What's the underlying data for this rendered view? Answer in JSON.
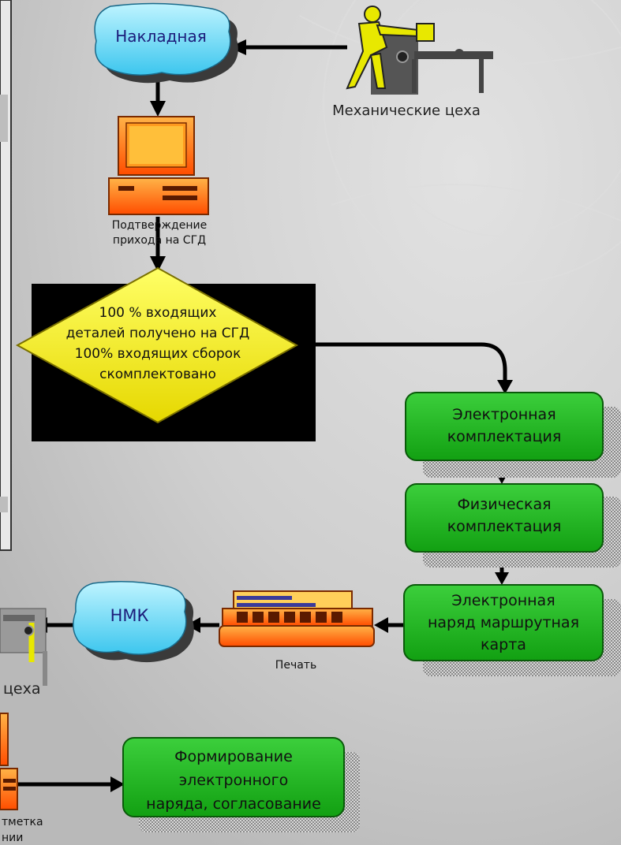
{
  "nodes": {
    "invoice": "Накладная",
    "mech_shops_top": "Механические цеха",
    "confirm_line1": "Подтверждение",
    "confirm_line2": "прихода на СГД",
    "decision_line1": "100 % входящих",
    "decision_line2": "деталей получено на СГД",
    "decision_line3": "100% входящих сборок",
    "decision_line4": "скомплектовано",
    "e_kit_line1": "Электронная",
    "e_kit_line2": "комплектация",
    "p_kit_line1": "Физическая",
    "p_kit_line2": "комплектация",
    "route_line1": "Электронная",
    "route_line2": "наряд маршрутная",
    "route_line3": "карта",
    "print": "Печать",
    "nmk": "НМК",
    "mech_shops_left": "цеха",
    "form_line1": "Формирование",
    "form_line2": "электронного",
    "form_line3": "наряда, согласование",
    "mark_line1": "тметка",
    "mark_line2": "нии"
  },
  "colors": {
    "background": "#c9c9c9",
    "box_green": "#1fb31f",
    "box_shadow": "#6f6f6f",
    "cloud": "#5fd6f2",
    "decision": "#f2f20a",
    "computer": "#ff8c1a",
    "arrow": "#000000"
  },
  "icons": {
    "computer": "computer-icon",
    "worker": "worker-at-machine-icon",
    "printer": "printer-icon",
    "cloud": "cloud-shape"
  }
}
